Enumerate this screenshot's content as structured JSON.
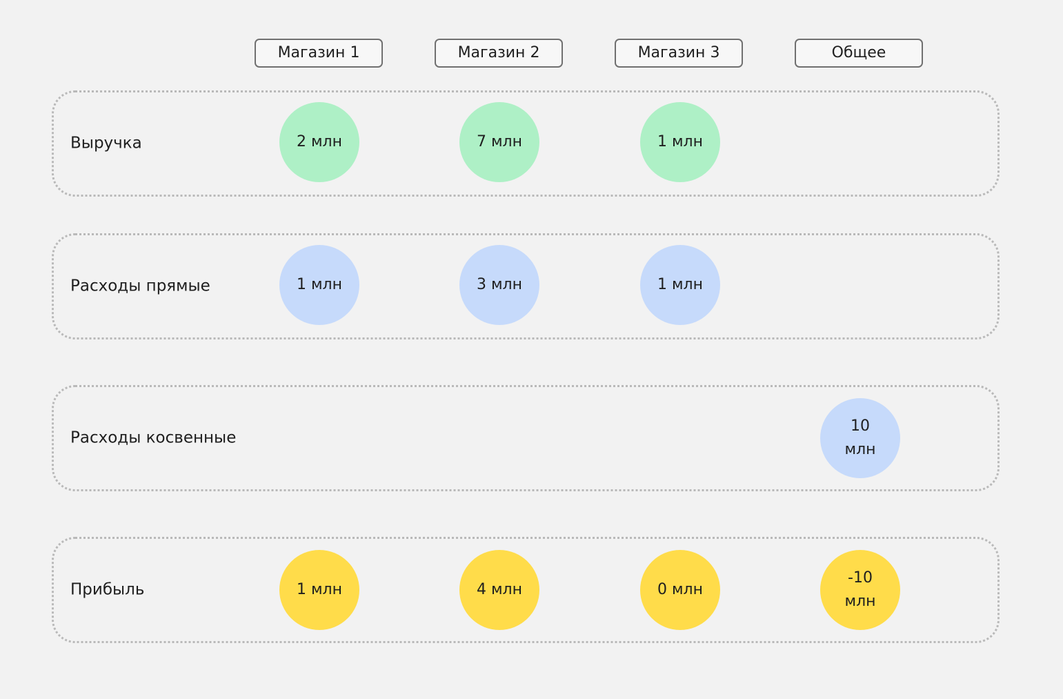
{
  "columns": [
    "Магазин 1",
    "Магазин 2",
    "Магазин 3",
    "Общее"
  ],
  "rows": [
    {
      "label": "Выручка",
      "color": "#aef0c6",
      "cells": [
        "2 млн",
        "7 млн",
        "1 млн",
        null
      ]
    },
    {
      "label": "Расходы прямые",
      "color": "#c6dafb",
      "cells": [
        "1 млн",
        "3 млн",
        "1 млн",
        null
      ]
    },
    {
      "label": "Расходы косвенные",
      "color": "#c6dafb",
      "cells": [
        null,
        null,
        null,
        "10 млн"
      ]
    },
    {
      "label": "Прибыль",
      "color": "#ffdc4a",
      "cells": [
        "1 млн",
        "4 млн",
        "0 млн",
        "-10 млн"
      ]
    }
  ]
}
